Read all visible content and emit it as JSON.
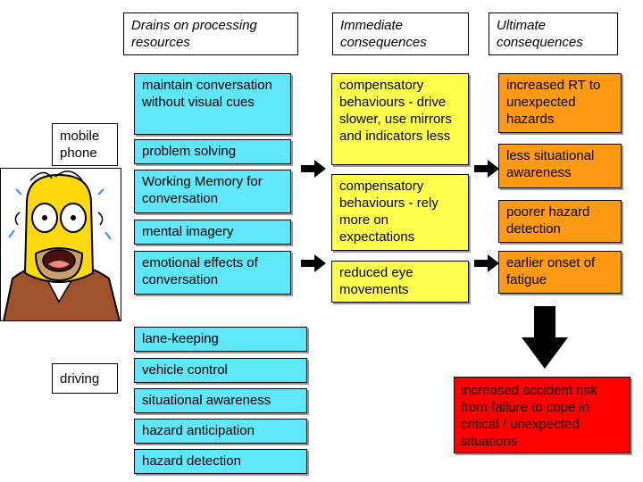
{
  "headers": {
    "drains": "Drains on processing resources",
    "immediate": "Immediate consequences",
    "ultimate": "Ultimate consequences"
  },
  "labels": {
    "mobile_phone": "mobile phone",
    "driving": "driving"
  },
  "drains": [
    "maintain conversation without visual cues",
    "problem solving",
    "Working Memory for conversation",
    "mental imagery",
    "emotional effects of conversation"
  ],
  "driving_tasks": [
    "lane-keeping",
    "vehicle control",
    "situational awareness",
    "hazard anticipation",
    "hazard detection"
  ],
  "immediate": [
    "compensatory behaviours - drive slower, use mirrors and indicators less",
    "compensatory behaviours - rely more on expectations",
    "reduced eye movements"
  ],
  "ultimate": [
    "increased RT to unexpected hazards",
    "less situational awareness",
    "poorer hazard detection",
    "earlier onset of fatigue"
  ],
  "outcome": "increased accident risk from failure to cope in critical / unexpected situations",
  "colors": {
    "drains": "#5fe6f8",
    "immediate": "#ffff4d",
    "ultimate": "#ff9a14",
    "outcome": "#ff0000"
  }
}
